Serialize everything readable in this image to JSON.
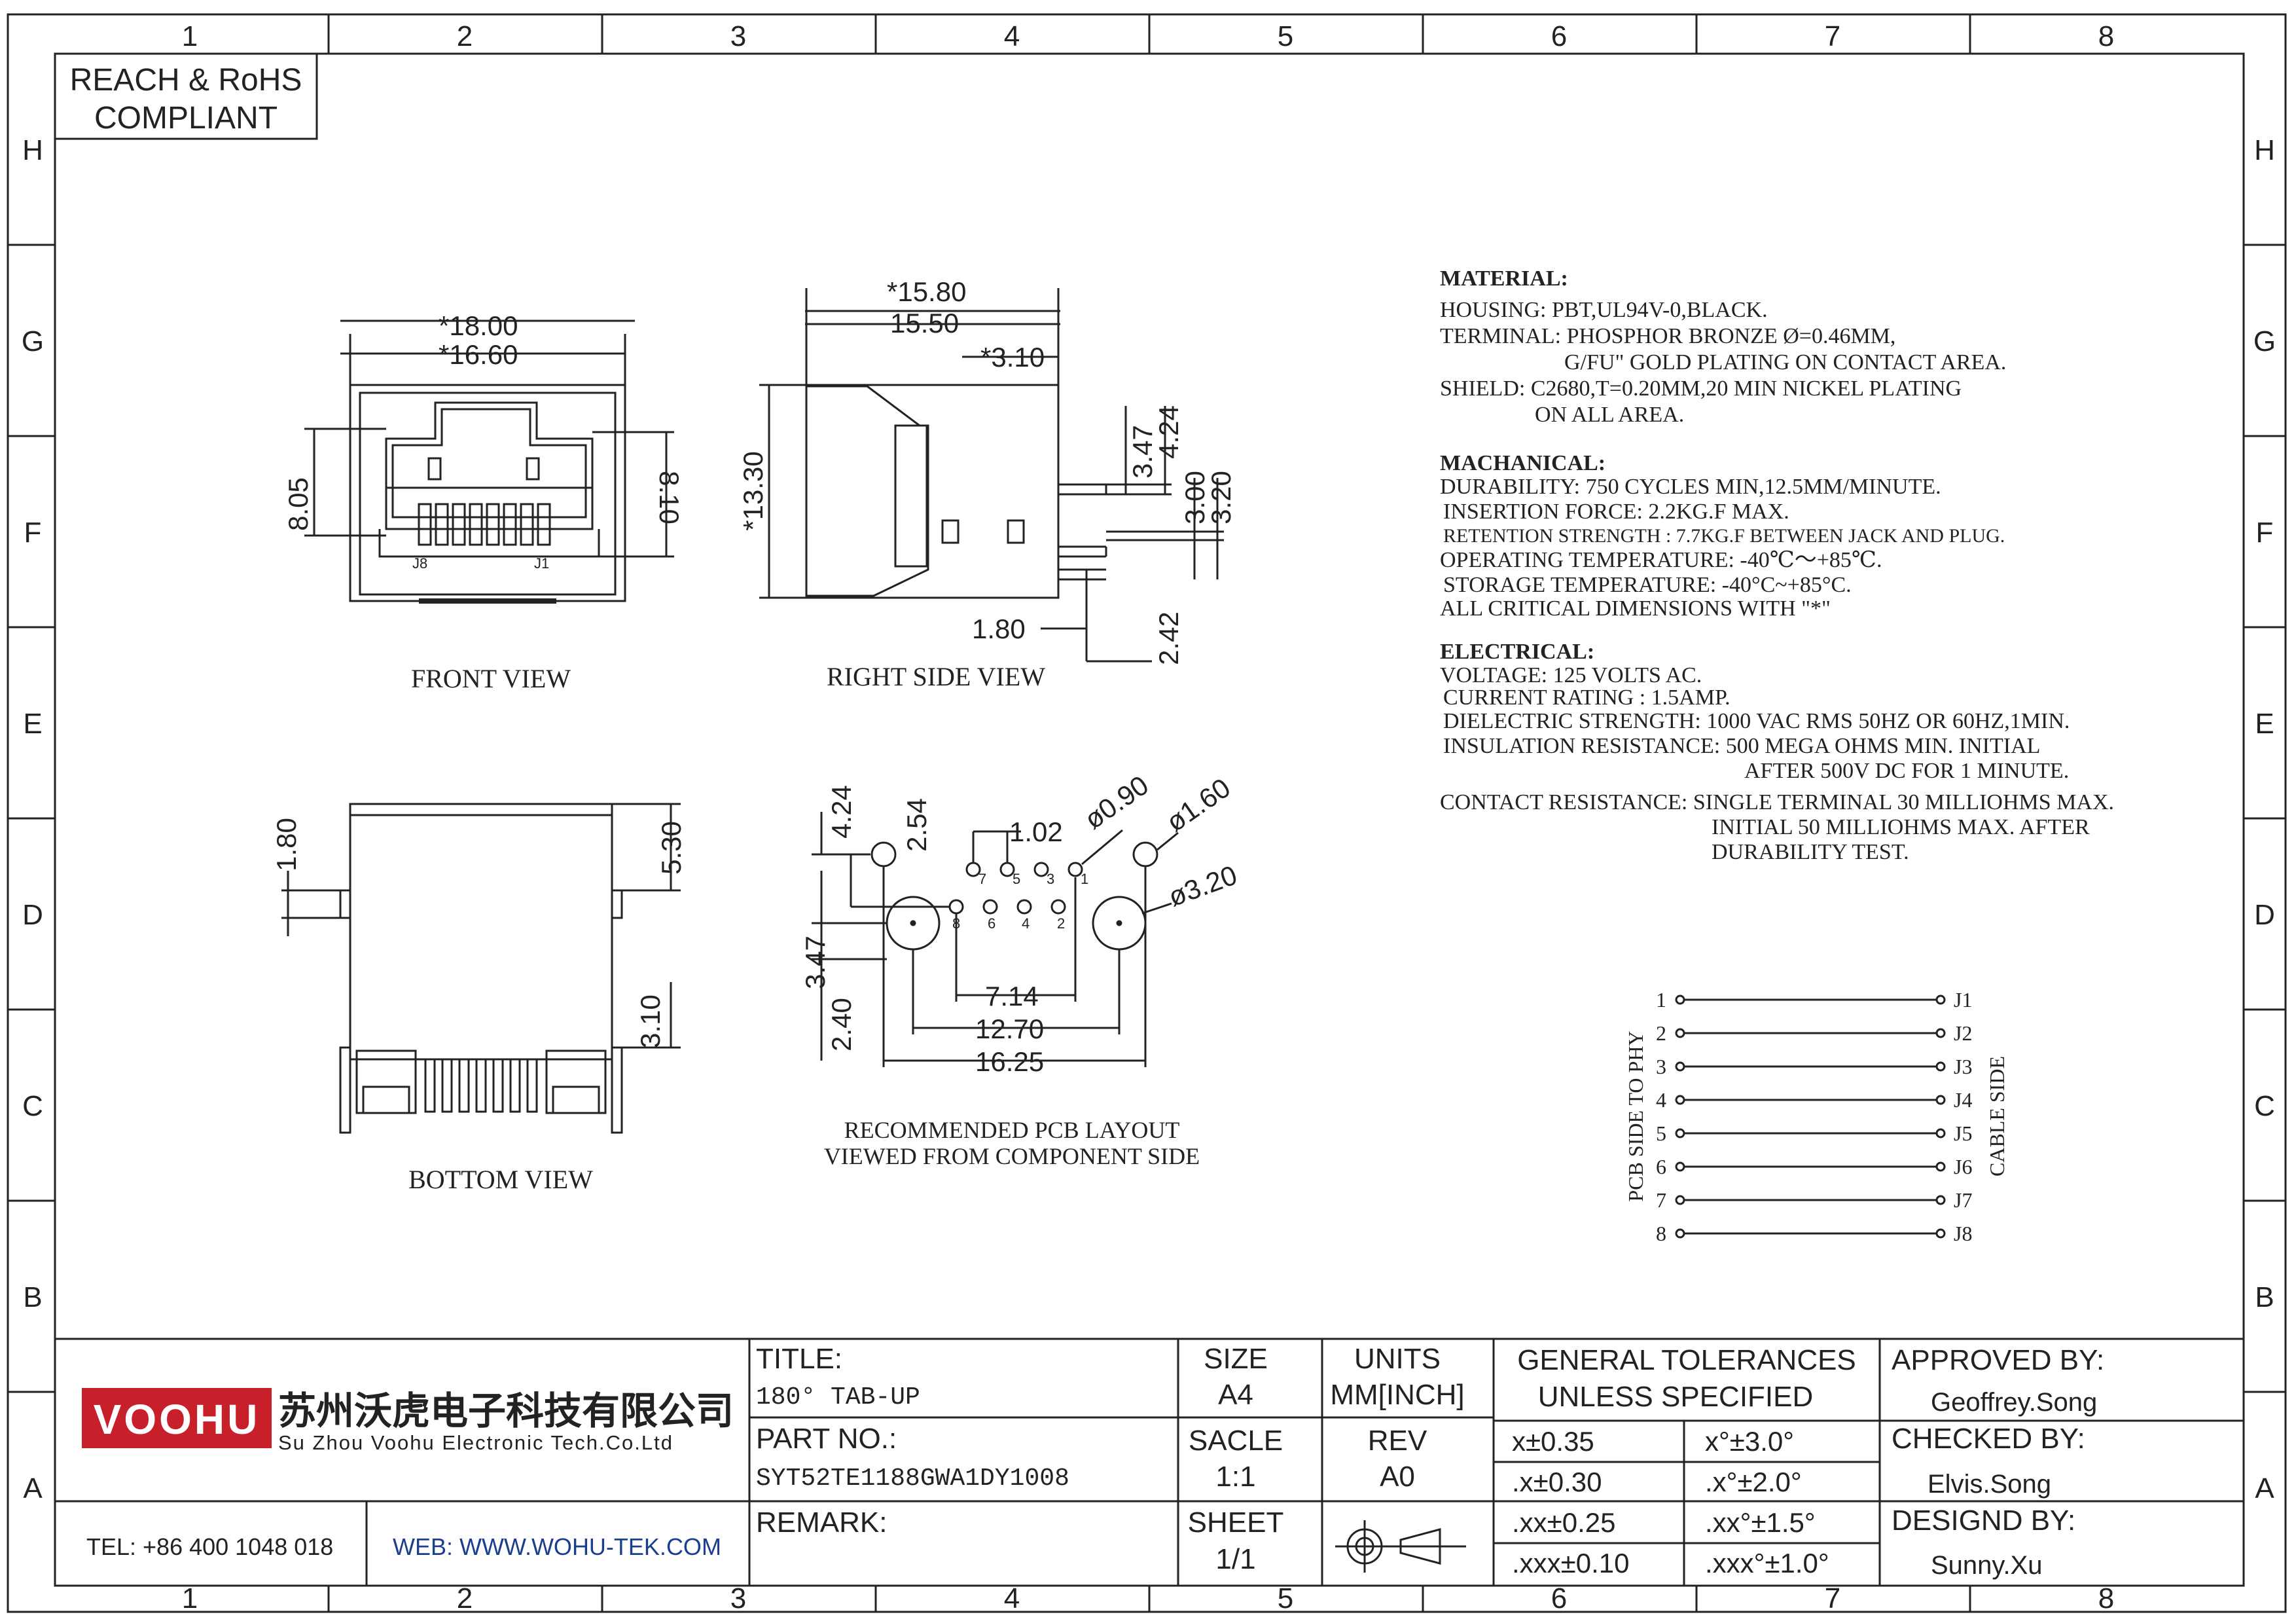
{
  "border": {
    "columns": [
      "1",
      "2",
      "3",
      "4",
      "5",
      "6",
      "7",
      "8"
    ],
    "rows": [
      "H",
      "G",
      "F",
      "E",
      "D",
      "C",
      "B",
      "A"
    ]
  },
  "compliance": {
    "line1": "REACH & RoHS",
    "line2": "COMPLIANT"
  },
  "views": {
    "front": {
      "label": "FRONT VIEW",
      "dims": [
        "*18.00",
        "*16.60",
        "8.05",
        "8.10"
      ],
      "pins": [
        "J8",
        "J1"
      ]
    },
    "right": {
      "label": "RIGHT SIDE VIEW",
      "dims": [
        "*15.80",
        "15.50",
        "*3.10",
        "*13.30",
        "3.47",
        "4.24",
        "3.00",
        "3.20",
        "1.80",
        "2.42"
      ]
    },
    "bottom": {
      "label": "BOTTOM VIEW",
      "dims": [
        "1.80",
        "5.30",
        "3.10"
      ]
    },
    "pcb": {
      "label1": "RECOMMENDED PCB LAYOUT",
      "label2": "VIEWED FROM COMPONENT SIDE",
      "dims": [
        "4.24",
        "2.54",
        "1.02",
        "ø0.90",
        "ø1.60",
        "ø3.20",
        "3.47",
        "2.40",
        "7.14",
        "12.70",
        "16.25"
      ],
      "pins_top": [
        "7",
        "5",
        "3",
        "1"
      ],
      "pins_bottom": [
        "8",
        "6",
        "4",
        "2"
      ]
    }
  },
  "specs": {
    "material_title": "MATERIAL:",
    "material": [
      "HOUSING: PBT,UL94V-0,BLACK.",
      "TERMINAL: PHOSPHOR BRONZE Ø=0.46MM,",
      "G/FU\" GOLD PLATING ON CONTACT AREA.",
      "SHIELD: C2680,T=0.20MM,20 MIN NICKEL PLATING",
      "ON ALL AREA."
    ],
    "mechanical_title": "MACHANICAL:",
    "mechanical": [
      "DURABILITY: 750 CYCLES MIN,12.5MM/MINUTE.",
      "INSERTION FORCE: 2.2KG.F MAX.",
      "RETENTION STRENGTH : 7.7KG.F BETWEEN JACK AND PLUG.",
      "OPERATING TEMPERATURE: -40℃～+85℃.",
      "STORAGE TEMPERATURE: -40°C~+85°C.",
      "ALL CRITICAL DIMENSIONS WITH \"*\""
    ],
    "electrical_title": "ELECTRICAL:",
    "electrical": [
      "VOLTAGE: 125 VOLTS AC.",
      "CURRENT RATING : 1.5AMP.",
      "DIELECTRIC STRENGTH: 1000 VAC RMS 50HZ OR 60HZ,1MIN.",
      "INSULATION RESISTANCE: 500 MEGA OHMS MIN. INITIAL",
      "AFTER 500V DC FOR 1 MINUTE.",
      "CONTACT RESISTANCE: SINGLE TERMINAL 30 MILLIOHMS MAX.",
      "INITIAL 50 MILLIOHMS MAX. AFTER",
      "DURABILITY TEST."
    ]
  },
  "schematic": {
    "left_label": "PCB SIDE TO PHY",
    "right_label": "CABLE SIDE",
    "left_pins": [
      "1",
      "2",
      "3",
      "4",
      "5",
      "6",
      "7",
      "8"
    ],
    "right_pins": [
      "J1",
      "J2",
      "J3",
      "J4",
      "J5",
      "J6",
      "J7",
      "J8"
    ]
  },
  "title_block": {
    "logo": "VOOHU",
    "company_cn": "苏州沃虎电子科技有限公司",
    "company_en": "Su Zhou Voohu Electronic Tech.Co.Ltd",
    "tel": "TEL: +86 400 1048 018",
    "web": "WEB: WWW.WOHU-TEK.COM",
    "title_label": "TITLE:",
    "title_value": "180° TAB-UP",
    "part_label": "PART NO.:",
    "part_value": "SYT52TE1188GWA1DY1008",
    "remark_label": "REMARK:",
    "size_label": "SIZE",
    "size_value": "A4",
    "units_label": "UNITS",
    "units_value": "MM[INCH]",
    "scale_label": "SACLE",
    "scale_value": "1:1",
    "rev_label": "REV",
    "rev_value": "A0",
    "sheet_label": "SHEET",
    "sheet_value": "1/1",
    "tol_title1": "GENERAL TOLERANCES",
    "tol_title2": "UNLESS SPECIFIED",
    "tolerances": [
      [
        "x±0.35",
        "x°±3.0°"
      ],
      [
        ".x±0.30",
        ".x°±2.0°"
      ],
      [
        ".xx±0.25",
        ".xx°±1.5°"
      ],
      [
        ".xxx±0.10",
        ".xxx°±1.0°"
      ]
    ],
    "approved_label": "APPROVED BY:",
    "approved_name": "Geoffrey.Song",
    "checked_label": "CHECKED BY:",
    "checked_name": "Elvis.Song",
    "designed_label": "DESIGND BY:",
    "designed_name": "Sunny.Xu"
  },
  "colors": {
    "logo_red": "#c8202a",
    "web_blue": "#1a3f8f",
    "line": "#222222"
  }
}
